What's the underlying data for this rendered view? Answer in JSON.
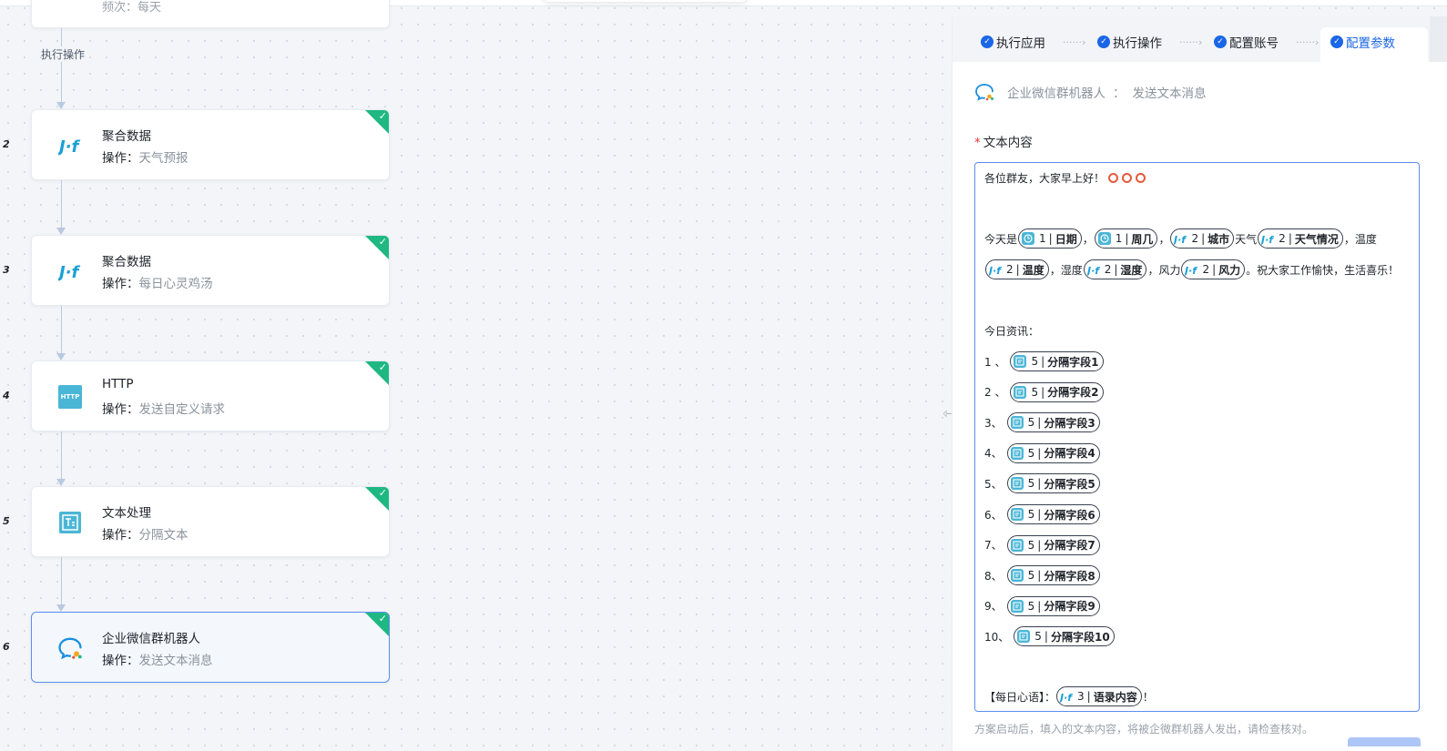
{
  "flow": {
    "top_partial_text": "频次：每天",
    "exec_label": "执行操作",
    "op_prefix": "操作：",
    "nodes": [
      {
        "num": "2",
        "title": "聚合数据",
        "op": "天气预报",
        "icon": "juhe-logo-icon"
      },
      {
        "num": "3",
        "title": "聚合数据",
        "op": "每日心灵鸡汤",
        "icon": "juhe-logo-icon"
      },
      {
        "num": "4",
        "title": "HTTP",
        "op": "发送自定义请求",
        "icon": "http-icon",
        "icon_text": "HTTP"
      },
      {
        "num": "5",
        "title": "文本处理",
        "op": "分隔文本",
        "icon": "text-process-icon"
      },
      {
        "num": "6",
        "title": "企业微信群机器人",
        "op": "发送文本消息",
        "icon": "wecom-bot-icon"
      }
    ]
  },
  "panel": {
    "steps": [
      "执行应用",
      "执行操作",
      "配置账号",
      "配置参数"
    ],
    "app_name": "企业微信群机器人",
    "app_sep": "：",
    "app_action": "发送文本消息",
    "field_label": "文本内容",
    "required_mark": "*",
    "hint": "方案启动后，填入的文本内容，将被企微群机器人发出，请检查核对。",
    "editor": {
      "greeting": "各位群友，大家早上好！",
      "today_prefix": "今天是",
      "comma": "，",
      "weather_word": "天气",
      "temp_word": "温度",
      "humidity_word": "湿度",
      "wind_word": "风力",
      "wish": "。祝大家工作愉快，生活喜乐！",
      "news_title": "今日资讯：",
      "quote_prefix": "【每日心语】：",
      "quote_suffix": "！",
      "tag_sep": "|",
      "tags": {
        "date": {
          "num": "1",
          "name": "日期"
        },
        "weekday": {
          "num": "1",
          "name": "周几"
        },
        "city": {
          "num": "2",
          "name": "城市"
        },
        "weather": {
          "num": "2",
          "name": "天气情况"
        },
        "temp": {
          "num": "2",
          "name": "温度"
        },
        "humidity": {
          "num": "2",
          "name": "湿度"
        },
        "wind": {
          "num": "2",
          "name": "风力"
        },
        "quote": {
          "num": "3",
          "name": "语录内容"
        }
      },
      "news_items": [
        {
          "idx": "1 、",
          "num": "5",
          "name": "分隔字段1"
        },
        {
          "idx": "2 、",
          "num": "5",
          "name": "分隔字段2"
        },
        {
          "idx": "3、",
          "num": "5",
          "name": "分隔字段3"
        },
        {
          "idx": "4、",
          "num": "5",
          "name": "分隔字段4"
        },
        {
          "idx": "5、",
          "num": "5",
          "name": "分隔字段5"
        },
        {
          "idx": "6、",
          "num": "5",
          "name": "分隔字段6"
        },
        {
          "idx": "7、",
          "num": "5",
          "name": "分隔字段7"
        },
        {
          "idx": "8、",
          "num": "5",
          "name": "分隔字段8"
        },
        {
          "idx": "9、",
          "num": "5",
          "name": "分隔字段9"
        },
        {
          "idx": "10、",
          "num": "5",
          "name": "分隔字段10"
        }
      ]
    }
  },
  "colors": {
    "accent": "#1a66e6",
    "success": "#1fb882",
    "juhe": "#1aa0d6",
    "teal": "#4ab6d6"
  }
}
